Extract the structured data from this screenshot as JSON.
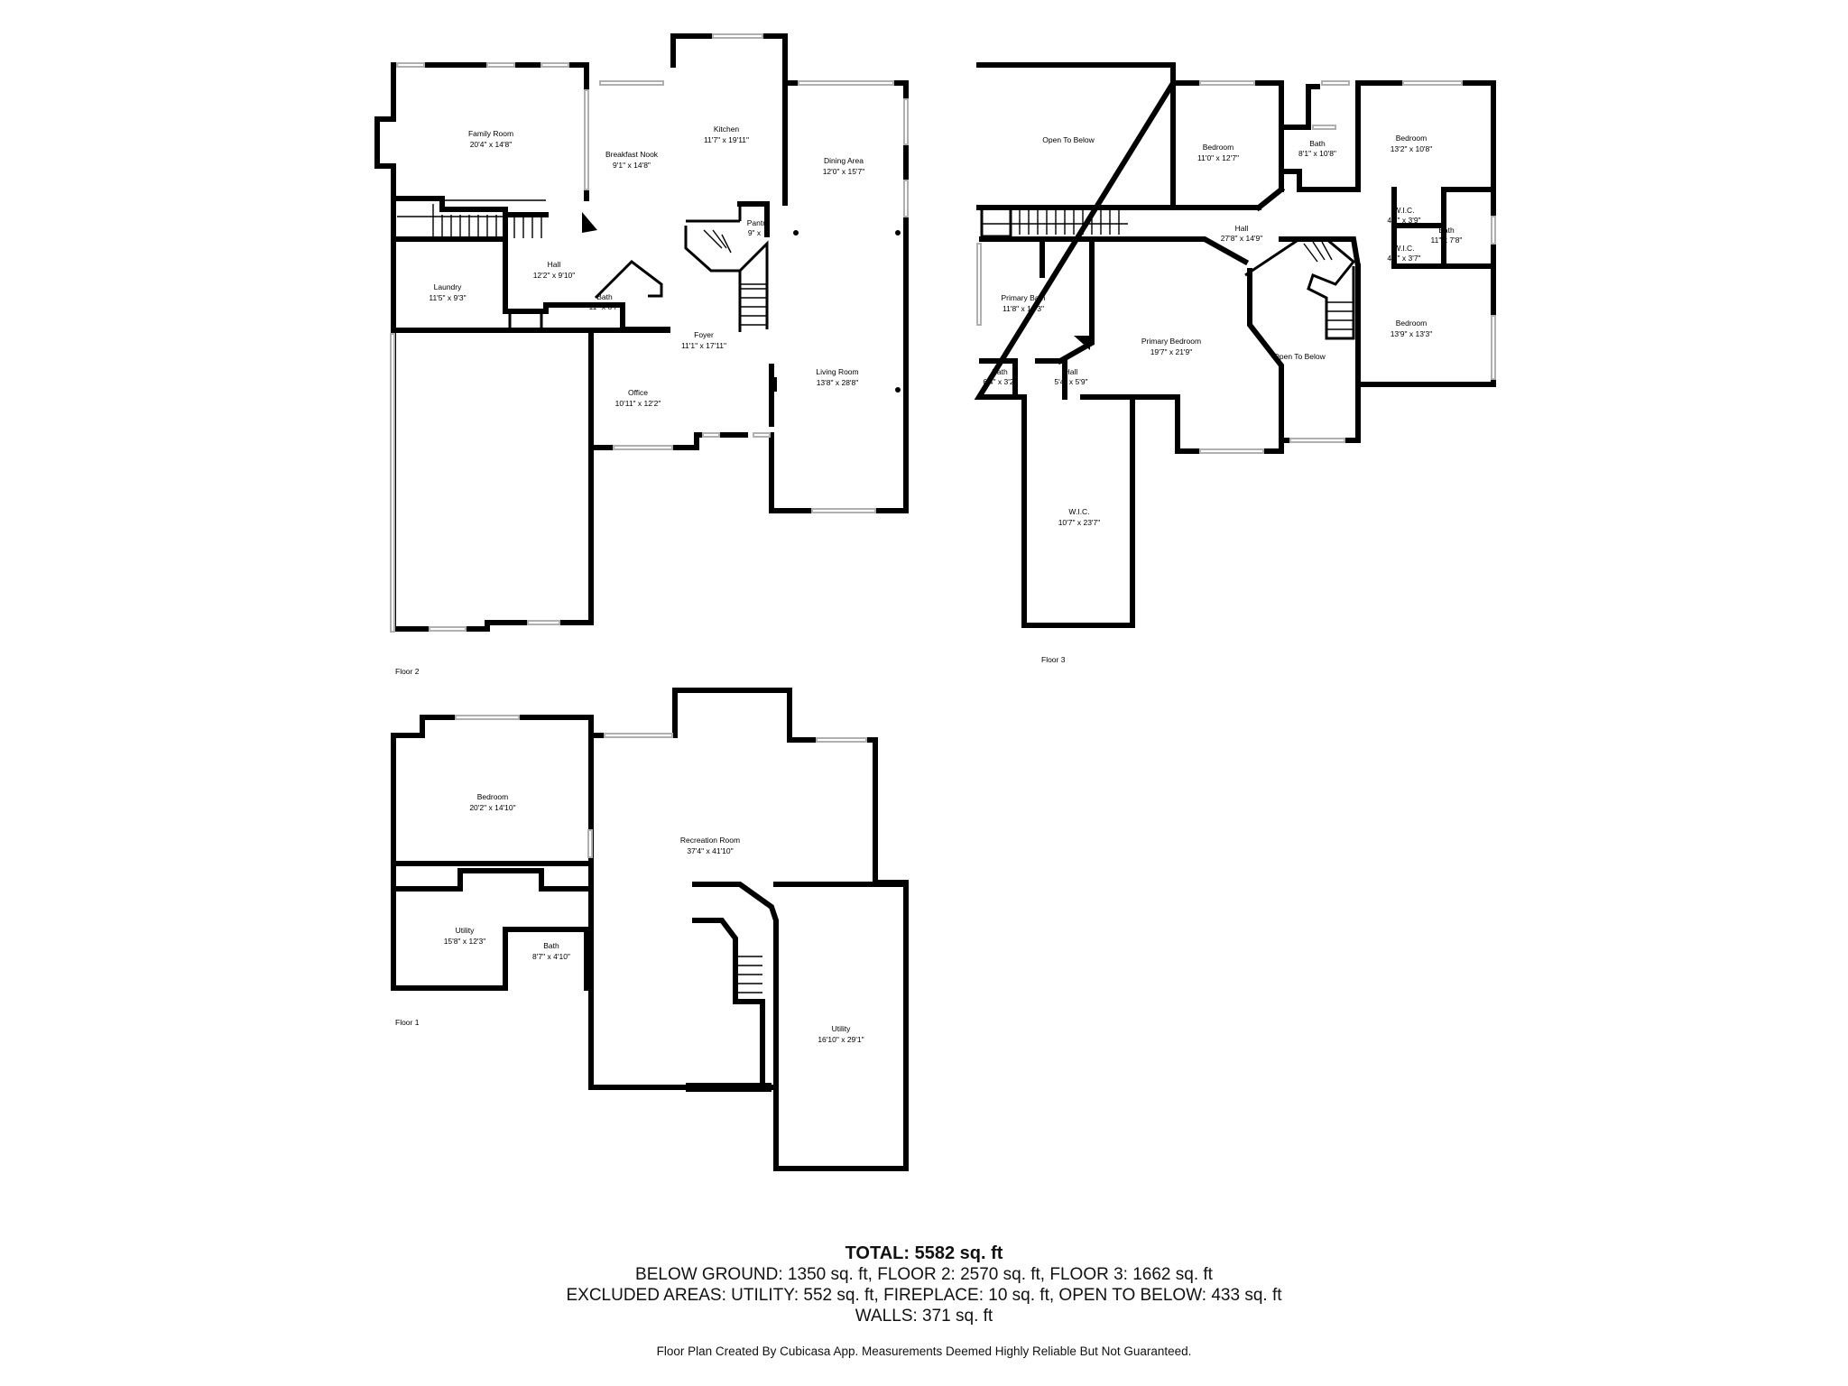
{
  "floors": {
    "floor2": "Floor 2",
    "floor3": "Floor 3",
    "floor1": "Floor 1"
  },
  "rooms": {
    "family_room": {
      "name": "Family Room",
      "dims": "20'4\" x 14'8\""
    },
    "breakfast_nook": {
      "name": "Breakfast Nook",
      "dims": "9'1\" x 14'8\""
    },
    "kitchen": {
      "name": "Kitchen",
      "dims": "11'7\" x 19'11\""
    },
    "dining_area": {
      "name": "Dining Area",
      "dims": "12'0\" x 15'7\""
    },
    "pantry": {
      "name": "Pantry",
      "dims": "9\" x"
    },
    "laundry": {
      "name": "Laundry",
      "dims": "11'5\" x 9'3\""
    },
    "hall2": {
      "name": "Hall",
      "dims": "12'2\" x 9'10\""
    },
    "bath2": {
      "name": "Bath",
      "dims": "11\" x 6'7\""
    },
    "foyer": {
      "name": "Foyer",
      "dims": "11'1\" x 17'11\""
    },
    "living_room": {
      "name": "Living Room",
      "dims": "13'8\" x 28'8\""
    },
    "office": {
      "name": "Office",
      "dims": "10'11\" x 12'2\""
    },
    "open_below_a": {
      "name": "Open To Below"
    },
    "bedroom3a": {
      "name": "Bedroom",
      "dims": "11'0\" x 12'7\""
    },
    "bath3a": {
      "name": "Bath",
      "dims": "8'1\" x 10'8\""
    },
    "bedroom3b": {
      "name": "Bedroom",
      "dims": "13'2\" x 10'8\""
    },
    "wic3a": {
      "name": "W.I.C.",
      "dims": "4'7\" x 3'9\""
    },
    "wic3b": {
      "name": "W.I.C.",
      "dims": "4'7\" x 3'7\""
    },
    "bath3b": {
      "name": "Bath",
      "dims": "11\" x 7'8\""
    },
    "hall3": {
      "name": "Hall",
      "dims": "27'8\" x 14'9\""
    },
    "primary_bath": {
      "name": "Primary Bath",
      "dims": "11'8\" x 13'3\""
    },
    "primary_bedroom": {
      "name": "Primary Bedroom",
      "dims": "19'7\" x 21'9\""
    },
    "open_below_b": {
      "name": "Open To Below"
    },
    "bedroom3c": {
      "name": "Bedroom",
      "dims": "13'9\" x 13'3\""
    },
    "bath3c": {
      "name": "Bath",
      "dims": "6'4\" x 3'2\""
    },
    "hall3b": {
      "name": "Hall",
      "dims": "5'4\" x 5'9\""
    },
    "wic3c": {
      "name": "W.I.C.",
      "dims": "10'7\" x 23'7\""
    },
    "bedroom1": {
      "name": "Bedroom",
      "dims": "20'2\" x 14'10\""
    },
    "rec_room": {
      "name": "Recreation Room",
      "dims": "37'4\" x 41'10\""
    },
    "utility1a": {
      "name": "Utility",
      "dims": "15'8\" x 12'3\""
    },
    "bath1": {
      "name": "Bath",
      "dims": "8'7\" x 4'10\""
    },
    "utility1b": {
      "name": "Utility",
      "dims": "16'10\" x 29'1\""
    }
  },
  "summary": {
    "total": "TOTAL: 5582 sq. ft",
    "line1": "BELOW GROUND: 1350 sq. ft, FLOOR 2: 2570 sq. ft, FLOOR 3: 1662 sq. ft",
    "line2": "EXCLUDED AREAS: UTILITY: 552 sq. ft, FIREPLACE: 10 sq. ft, OPEN TO BELOW: 433 sq. ft",
    "line3": "WALLS: 371 sq. ft"
  },
  "credit": "Floor Plan Created By Cubicasa App. Measurements Deemed Highly Reliable But Not Guaranteed."
}
